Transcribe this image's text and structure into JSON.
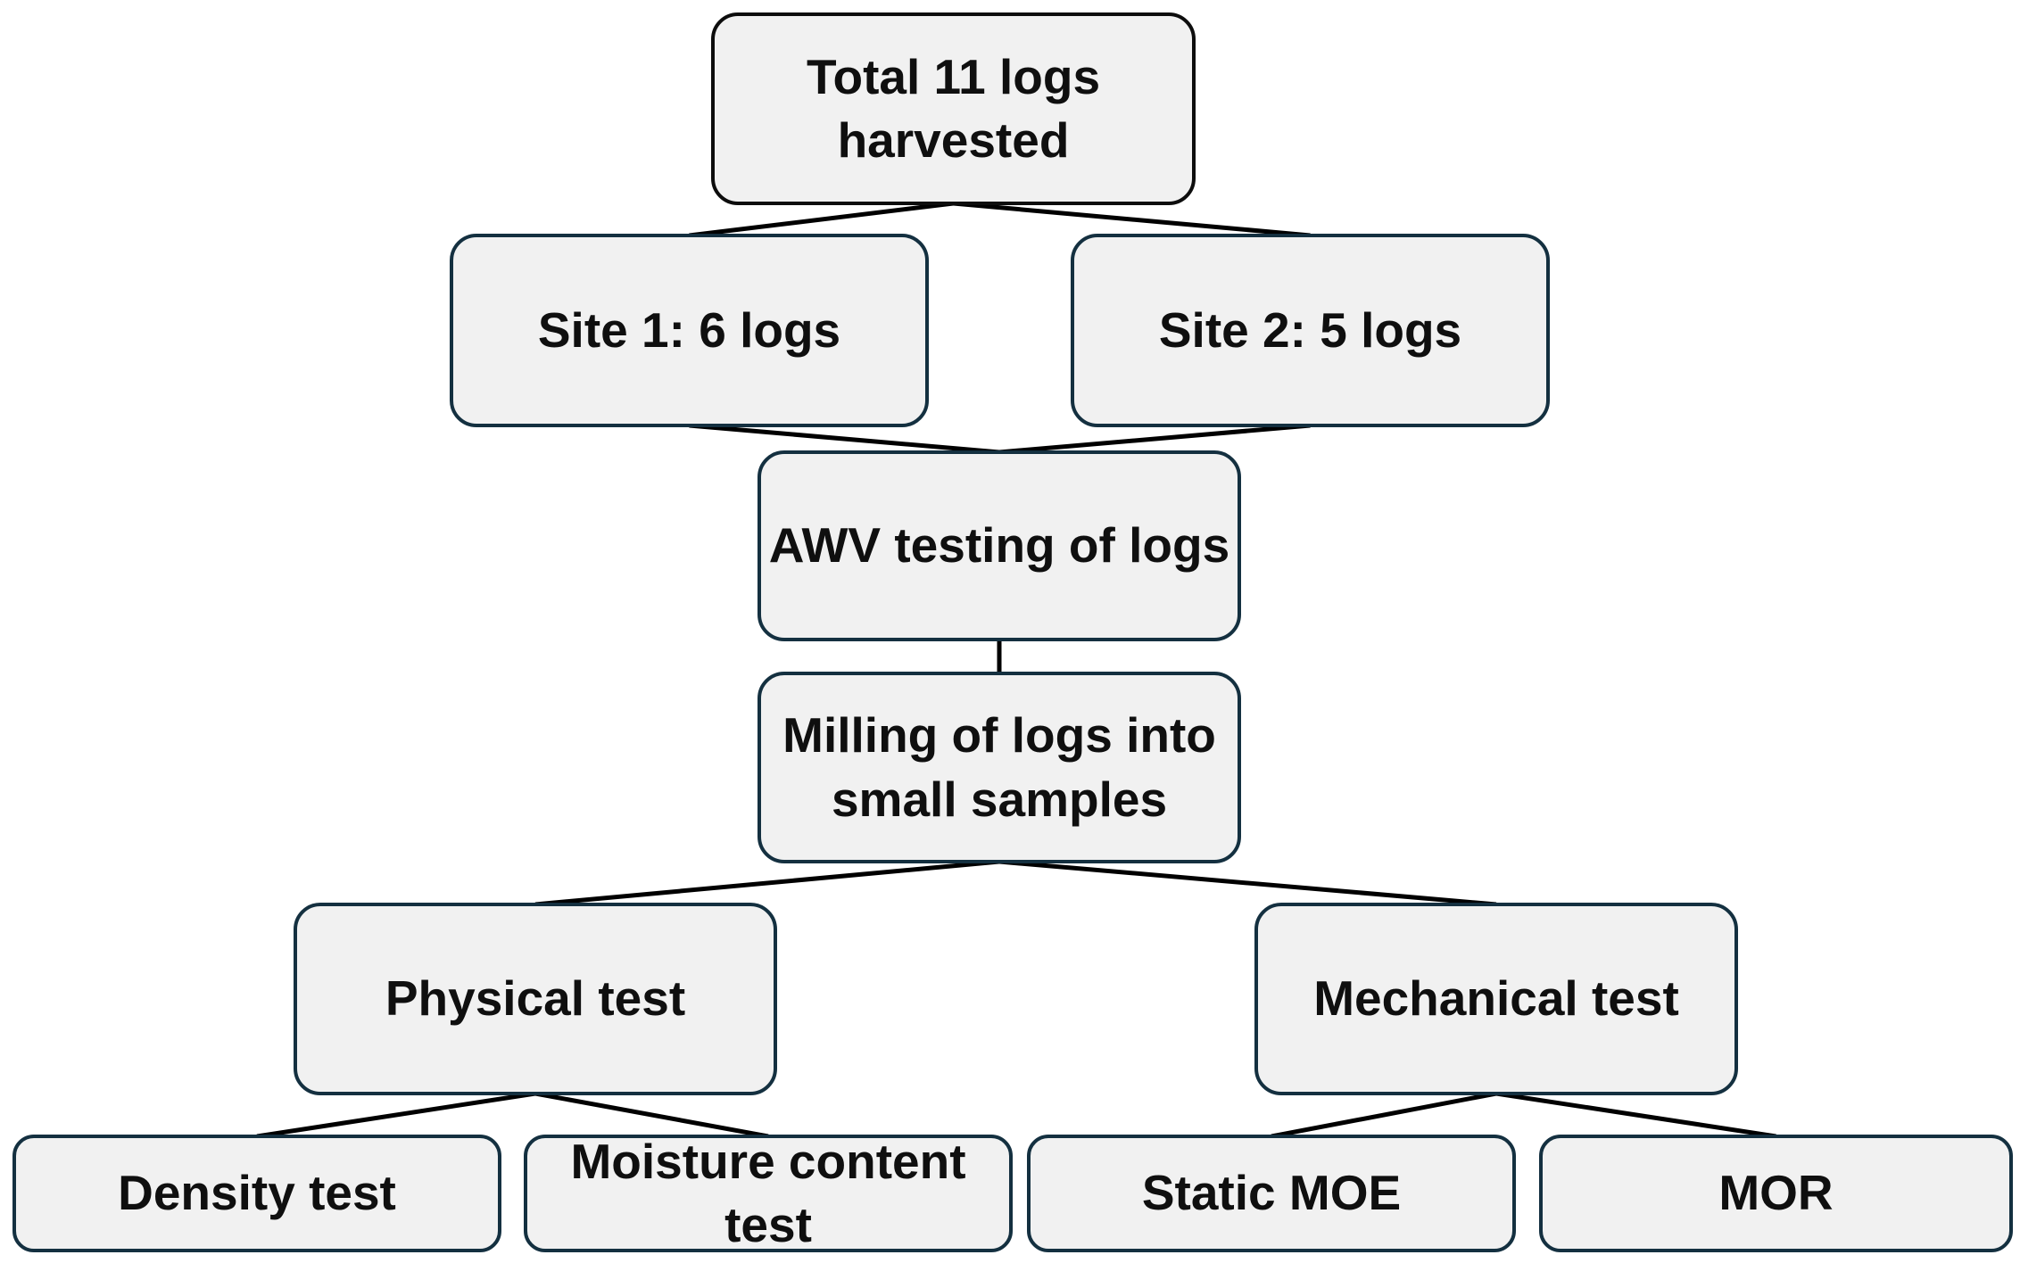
{
  "diagram": {
    "type": "flowchart",
    "description": "Study workflow flowchart for log harvesting and wood testing",
    "colors": {
      "background": "#ffffff",
      "node_fill": "#f1f1f1",
      "node_border": "#143040",
      "root_border": "#0d0d0d",
      "connector": "#000000",
      "text": "#0f0f0f"
    },
    "nodes": [
      {
        "id": "total",
        "label": "Total 11 logs\nharvested"
      },
      {
        "id": "site1",
        "label": "Site 1: 6 logs"
      },
      {
        "id": "site2",
        "label": "Site 2: 5 logs"
      },
      {
        "id": "awv",
        "label": "AWV testing of logs"
      },
      {
        "id": "milling",
        "label": "Milling of logs into\nsmall samples"
      },
      {
        "id": "physical",
        "label": "Physical test"
      },
      {
        "id": "mechanical",
        "label": "Mechanical test"
      },
      {
        "id": "density",
        "label": "Density test"
      },
      {
        "id": "moisture",
        "label": "Moisture content\ntest"
      },
      {
        "id": "static_moe",
        "label": "Static MOE"
      },
      {
        "id": "mor",
        "label": "MOR"
      }
    ],
    "edges": [
      [
        "total",
        "site1"
      ],
      [
        "total",
        "site2"
      ],
      [
        "site1",
        "awv"
      ],
      [
        "site2",
        "awv"
      ],
      [
        "awv",
        "milling"
      ],
      [
        "milling",
        "physical"
      ],
      [
        "milling",
        "mechanical"
      ],
      [
        "physical",
        "density"
      ],
      [
        "physical",
        "moisture"
      ],
      [
        "mechanical",
        "static_moe"
      ],
      [
        "mechanical",
        "mor"
      ]
    ]
  }
}
